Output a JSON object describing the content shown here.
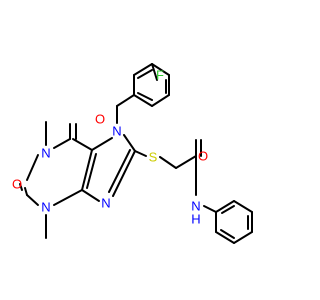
{
  "labels": {
    "f": "F",
    "o1": "O",
    "o2": "O",
    "o3": "O",
    "n7": "N",
    "n1": "N",
    "n3": "N",
    "n9": "N",
    "s": "S",
    "nh": "N",
    "h": "H"
  },
  "colors": {
    "bond": "#000000",
    "carbon": "#000000",
    "nitrogen": "#0000ff",
    "oxygen": "#ff0000",
    "sulfur": "#cccc00",
    "fluorine": "#33cc33"
  }
}
